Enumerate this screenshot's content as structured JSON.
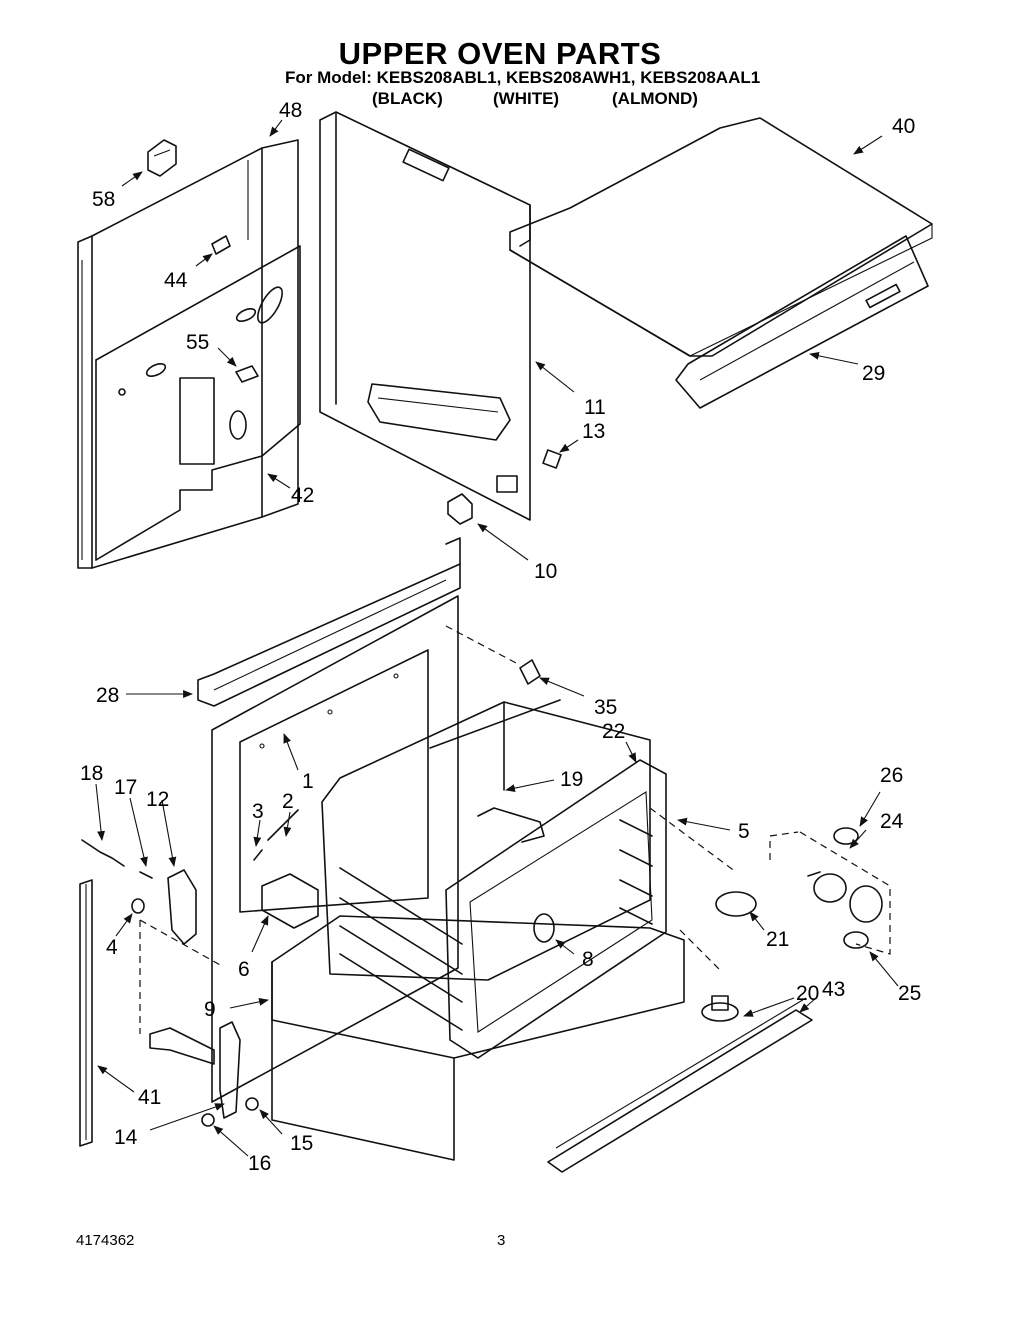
{
  "header": {
    "title": "UPPER OVEN PARTS",
    "model_line": "For Model: KEBS208ABL1, KEBS208AWH1, KEBS208AAL1",
    "colors": [
      "(BLACK)",
      "(WHITE)",
      "(ALMOND)"
    ]
  },
  "callouts": {
    "p1": "1",
    "p2": "2",
    "p3": "3",
    "p4": "4",
    "p5": "5",
    "p6": "6",
    "p8": "8",
    "p9": "9",
    "p10": "10",
    "p11": "11",
    "p12": "12",
    "p13": "13",
    "p14": "14",
    "p15": "15",
    "p16": "16",
    "p17": "17",
    "p18": "18",
    "p19": "19",
    "p20": "20",
    "p21": "21",
    "p22": "22",
    "p24": "24",
    "p25": "25",
    "p26": "26",
    "p28": "28",
    "p29": "29",
    "p35": "35",
    "p40": "40",
    "p41": "41",
    "p42": "42",
    "p43": "43",
    "p44": "44",
    "p48": "48",
    "p55": "55",
    "p58": "58"
  },
  "footer": {
    "doc_number": "4174362",
    "page_number": "3"
  }
}
